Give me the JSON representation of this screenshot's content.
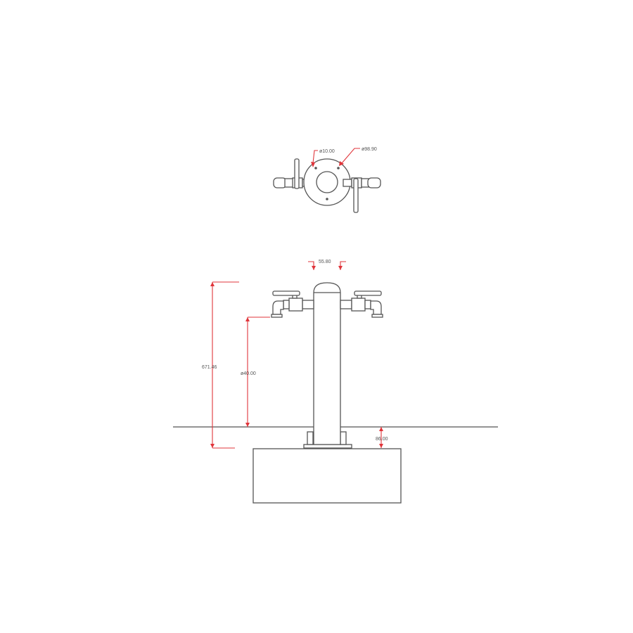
{
  "colors": {
    "line": "#555555",
    "dimension": "#e0353b",
    "background": "#ffffff"
  },
  "top_view": {
    "hole_dimension": "ø10.00",
    "plate_dimension": "ø98.90"
  },
  "front_view": {
    "post_width_dimension": "55.80",
    "overall_height_dimension": "671.46",
    "spout_height_dimension": "ø40.00",
    "embed_depth_dimension": "86.00"
  }
}
